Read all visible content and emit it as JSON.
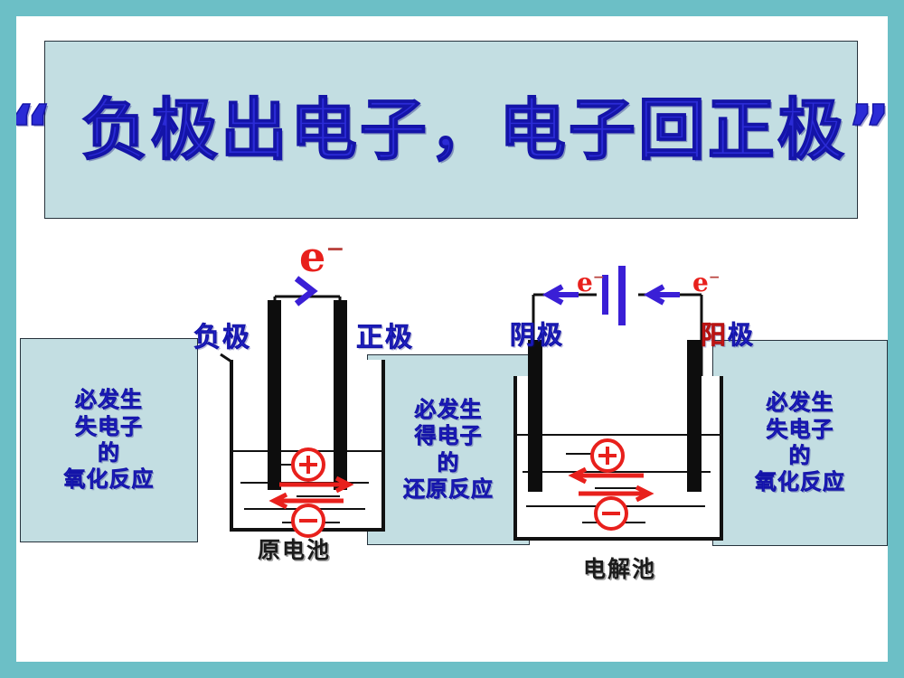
{
  "slide": {
    "border_color": "#6cbfc6",
    "background": "#ffffff",
    "panel_fill": "#c3dee2",
    "accent_blue": "#2b2bd6",
    "accent_red": "#e8201c",
    "ink_black": "#1b1b1b"
  },
  "title": {
    "text": "“ 负极出电子，电子回正极”"
  },
  "boxes": {
    "left": {
      "lines": [
        "必发生",
        "失电子",
        "的",
        "氧化反应"
      ]
    },
    "middle": {
      "lines": [
        "必发生",
        "得电子",
        "的",
        "还原反应"
      ]
    },
    "right": {
      "lines": [
        "必发生",
        "失电子",
        "的",
        "氧化反应"
      ]
    }
  },
  "galvanic_cell": {
    "caption": "原电池",
    "left_electrode_label": "负极",
    "right_electrode_label": "正极",
    "electron_tag": "e",
    "electron_charge": "−",
    "cation_symbol": "+",
    "anion_symbol": "−",
    "cation_flow": "right",
    "anion_flow": "left",
    "electron_flow": "right"
  },
  "electrolytic_cell": {
    "caption": "电解池",
    "left_electrode_label_part1": "阴",
    "left_electrode_label_part2": "极",
    "right_electrode_label_part1": "阳",
    "right_electrode_label_part2": "极",
    "electron_tag_left": "e",
    "electron_tag_right": "e",
    "electron_charge": "−",
    "power_source": "battery-symbol",
    "cation_symbol": "+",
    "anion_symbol": "−",
    "cation_flow": "left",
    "anion_flow": "right",
    "electron_flow": "left"
  }
}
